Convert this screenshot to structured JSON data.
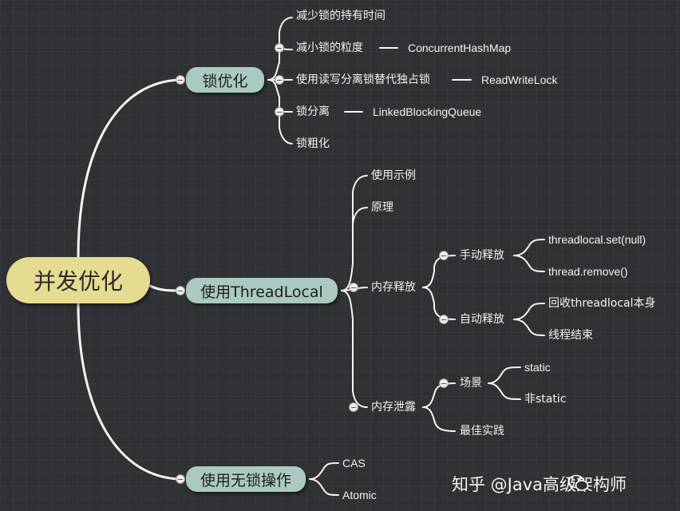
{
  "root": "并发优化",
  "branches": {
    "lock": "锁优化",
    "threadlocal": "使用ThreadLocal",
    "lockfree": "使用无锁操作"
  },
  "lock_items": {
    "reduce_time": "减少锁的持有时间",
    "reduce_granularity": "减小锁的粒度",
    "chm": "ConcurrentHashMap",
    "rw_separation": "使用读写分离锁替代独占锁",
    "rwlock": "ReadWriteLock",
    "lock_separation": "锁分离",
    "lbq": "LinkedBlockingQueue",
    "coarsen": "锁粗化"
  },
  "tl_items": {
    "example": "使用示例",
    "principle": "原理",
    "mem_release": "内存释放",
    "manual": "手动释放",
    "set_null": "threadlocal.set(null)",
    "remove": "thread.remove()",
    "auto": "自动释放",
    "recycle": "回收threadlocal本身",
    "thread_end": "线程结束",
    "mem_leak": "内存泄露",
    "scene": "场景",
    "static": "static",
    "non_static": "非static",
    "best_practice": "最佳实践"
  },
  "lf_items": {
    "cas": "CAS",
    "atomic": "Atomic"
  },
  "watermark": "知乎 @Java高级架构师"
}
